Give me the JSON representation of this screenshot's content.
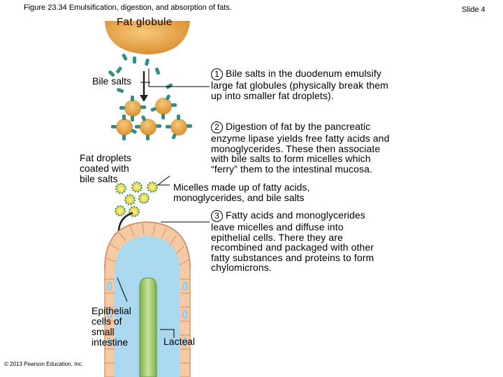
{
  "header": {
    "figure_title": "Figure 23.34 Emulsification, digestion, and absorption of fats.",
    "slide": "Slide 4"
  },
  "labels": {
    "fat_globule": "Fat globule",
    "bile_salts": "Bile salts",
    "fat_droplets": [
      "Fat droplets",
      "coated with",
      "bile salts"
    ],
    "micelles": [
      "Micelles made up of fatty acids,",
      "monoglycerides, and bile salts"
    ],
    "epithelial": [
      "Epithelial",
      "cells of",
      "small",
      "intestine"
    ],
    "lacteal": "Lacteal"
  },
  "steps": [
    {
      "number": "1",
      "lines": [
        "Bile salts in the duodenum emulsify",
        "large fat globules (physically break them",
        "up into smaller fat droplets)."
      ]
    },
    {
      "number": "2",
      "lines": [
        "Digestion of fat by the pancreatic",
        "enzyme lipase yields free fatty acids and",
        "monoglycerides. These then associate",
        "with bile salts to form micelles which",
        "“ferry” them to the intestinal mucosa."
      ]
    },
    {
      "number": "3",
      "lines": [
        "Fatty acids and monoglycerides",
        "leave micelles and diffuse into",
        "epithelial cells. There they are",
        "recombined and packaged with other",
        "fatty substances and proteins to form",
        "chylomicrons."
      ]
    }
  ],
  "footer": {
    "credit": "© 2013 Pearson Education, Inc."
  },
  "colors": {
    "fat": "#e9a44a",
    "bile_salt": "#2f8f84",
    "micelle": "#f0d23a",
    "mucosa_blue": "#a9d8ef",
    "epithelium": "#f4c9a4",
    "lacteal": "#a8cf78"
  }
}
